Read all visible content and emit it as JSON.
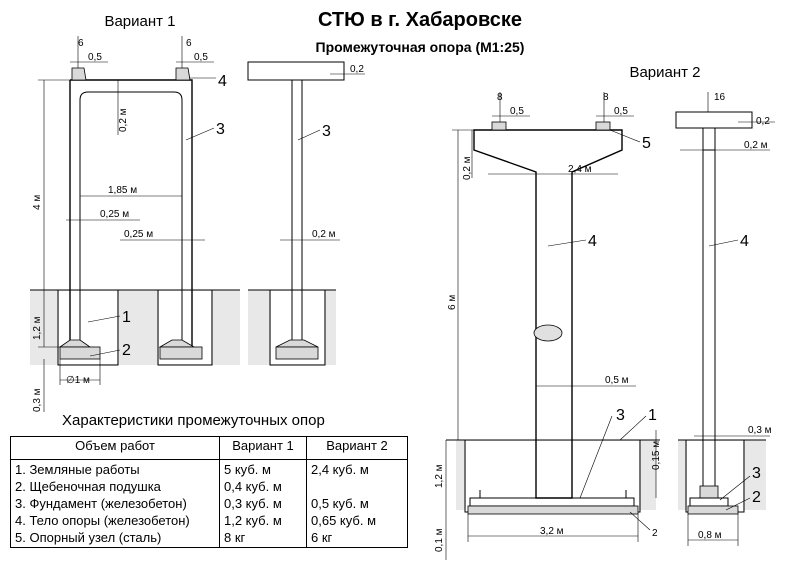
{
  "title": "СТЮ в г. Хабаровске",
  "subtitle": "Промежуточная опора (М1:25)",
  "variant1": {
    "label": "Вариант 1",
    "dims": {
      "top_w1": "6",
      "top_w2": "6",
      "off1": "0,5",
      "off2": "0,5",
      "beam": "0,2",
      "crossbar": "0,2 м",
      "height": "4 м",
      "span": "1,85 м",
      "col1": "0,25 м",
      "col2": "0,25 м",
      "side_col": "0,2 м",
      "depth": "1,2 м",
      "base": "∅1 м",
      "pad": "0,3 м"
    },
    "labels": {
      "n4": "4",
      "n3a": "3",
      "n3b": "3",
      "n1": "1",
      "n2": "2"
    }
  },
  "variant2": {
    "label": "Вариант 2",
    "dims": {
      "top_w1": "8",
      "top_w2": "8",
      "top_w3": "16",
      "off1": "0,5",
      "off2": "0,5",
      "beam": "0,2",
      "side_crossbar": "0,2 м",
      "crossbar_h": "0,2 м",
      "head_w": "2,4 м",
      "height": "6 м",
      "col": "0,5 м",
      "side_col": "0,3 м",
      "anchor": "0,15 м",
      "depth": "1,2 м",
      "base": "3,2 м",
      "side_base": "0,8 м",
      "pad": "0,1 м"
    },
    "labels": {
      "n5": "5",
      "n4a": "4",
      "n4b": "4",
      "n3a": "3",
      "n1": "1",
      "n2a": "2",
      "n3b": "3",
      "n2b": "2"
    }
  },
  "table": {
    "title": "Характеристики промежуточных опор",
    "headers": [
      "Объем работ",
      "Вариант 1",
      "Вариант 2"
    ],
    "rows": [
      [
        "1. Земляные работы",
        "5 куб. м",
        "2,4 куб. м"
      ],
      [
        "2. Щебеночная подушка",
        "0,4 куб. м",
        ""
      ],
      [
        "3. Фундамент (железобетон)",
        "0,3 куб. м",
        "0,5 куб. м"
      ],
      [
        "4. Тело опоры (железобетон)",
        "1,2 куб. м",
        "0,65 куб. м"
      ],
      [
        "5. Опорный узел (сталь)",
        "8 кг",
        "6 кг"
      ]
    ]
  }
}
